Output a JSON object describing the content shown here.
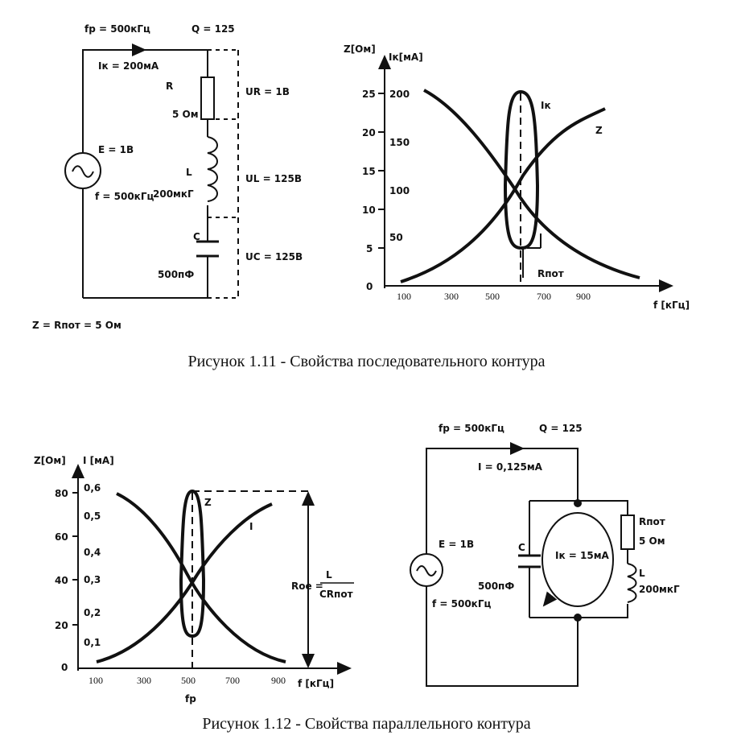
{
  "figure_1_11": {
    "caption": "Рисунок 1.11 - Свойства последовательного контура",
    "circuit": {
      "fp": "fр = 500кГц",
      "q": "Q = 125",
      "current": "Iк = 200мА",
      "r_label": "R",
      "r_value": "5 Ом",
      "l_label": "L",
      "l_value": "200мкГ",
      "c_label": "C",
      "c_value": "500пФ",
      "ur": "UR = 1В",
      "ul": "UL = 125В",
      "uc": "UC = 125В",
      "emf": "E = 1В",
      "freq": "f = 500кГц",
      "bottom_note": "Z = Rпот = 5 Ом"
    },
    "graph": {
      "z_axis_label": "Z[Ом]",
      "i_axis_label": "Iк[мА]",
      "z_ticks": [
        "25",
        "20",
        "15",
        "10",
        "5",
        "0"
      ],
      "i_ticks": [
        "200",
        "150",
        "100",
        "50"
      ],
      "x_ticks": [
        "100",
        "300",
        "500",
        "700",
        "900"
      ],
      "x_axis_label": "f [кГц]",
      "curve_i_label": "Iк",
      "curve_z_label": "Z",
      "r_loss_label": "Rпот"
    }
  },
  "figure_1_12": {
    "caption": "Рисунок 1.12 - Свойства параллельного контура",
    "graph": {
      "z_axis_label": "Z[Ом]",
      "i_axis_label": "I [мА]",
      "z_ticks": [
        "80",
        "60",
        "40",
        "20",
        "0"
      ],
      "i_ticks": [
        "0,6",
        "0,5",
        "0,4",
        "0,3",
        "0,2",
        "0,1"
      ],
      "x_ticks": [
        "100",
        "300",
        "500",
        "700",
        "900"
      ],
      "x_axis_label": "f [кГц]",
      "fp_label": "fр",
      "curve_z_label": "Z",
      "curve_i_label": "I",
      "roe_label": "Rое =",
      "roe_num": "L",
      "roe_den": "CRпот"
    },
    "circuit": {
      "fp": "fр = 500кГц",
      "q": "Q = 125",
      "current": "I = 0,125мА",
      "emf": "E = 1В",
      "freq": "f = 500кГц",
      "c_label": "C",
      "c_value": "500пФ",
      "ik": "Iк = 15мА",
      "r_label": "Rпот",
      "r_value": "5 Ом",
      "l_label": "L",
      "l_value": "200мкГ"
    }
  }
}
